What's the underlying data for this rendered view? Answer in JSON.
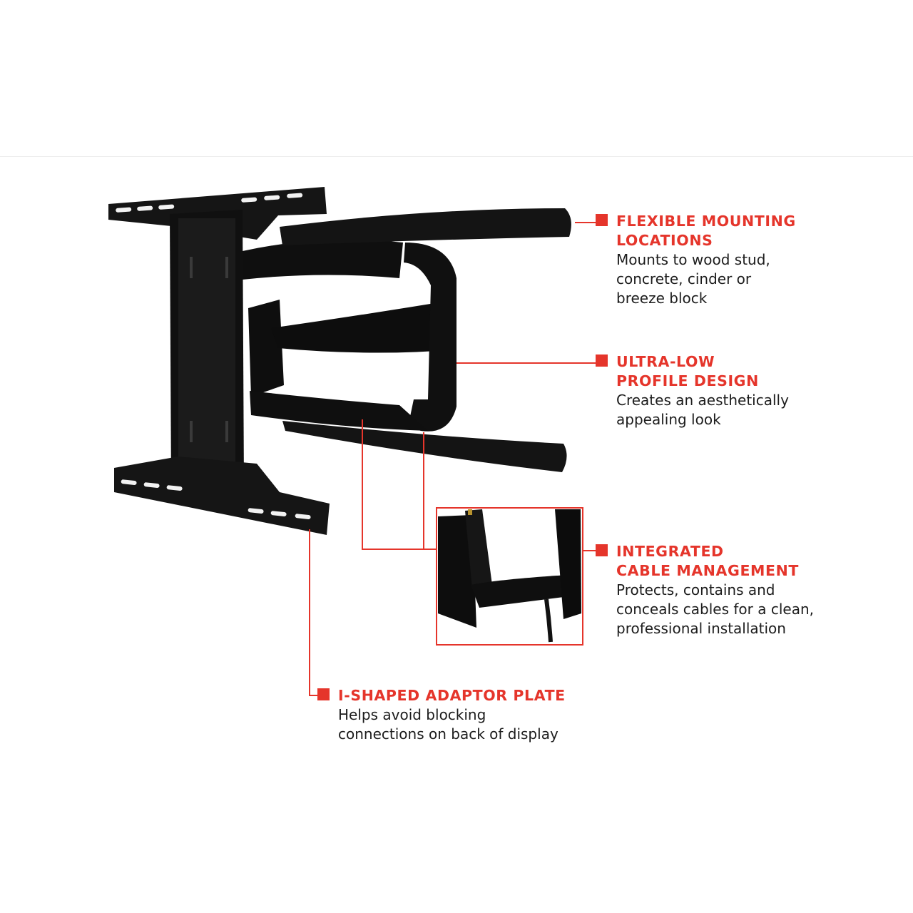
{
  "colors": {
    "accent": "#e5352b",
    "mount": "#121212",
    "text": "#1c1c1c"
  },
  "callouts": {
    "flexible": {
      "title_line1": "FLEXIBLE MOUNTING",
      "title_line2": "LOCATIONS",
      "desc_line1": "Mounts to wood stud,",
      "desc_line2": "concrete, cinder or",
      "desc_line3": "breeze block"
    },
    "ultralow": {
      "title_line1": "ULTRA-LOW",
      "title_line2": "PROFILE DESIGN",
      "desc_line1": "Creates an aesthetically",
      "desc_line2": "appealing look"
    },
    "cable": {
      "title_line1": "INTEGRATED",
      "title_line2": "CABLE MANAGEMENT",
      "desc_line1": "Protects, contains and",
      "desc_line2": "conceals cables for a clean,",
      "desc_line3": "professional installation"
    },
    "plate": {
      "title_line1": "I-SHAPED ADAPTOR PLATE",
      "desc_line1": "Helps avoid blocking",
      "desc_line2": "connections on back of display"
    }
  }
}
